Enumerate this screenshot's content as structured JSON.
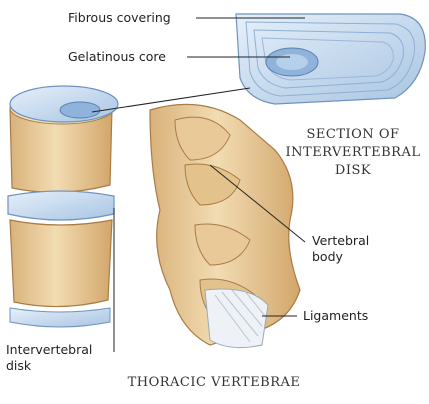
{
  "labels": {
    "fibrous_covering": "Fibrous covering",
    "gelatinous_core": "Gelatinous core",
    "section_title": [
      "SECTION OF",
      "INTERVERTEBRAL",
      "DISK"
    ],
    "vertebral_body": [
      "Vertebral",
      "body"
    ],
    "ligaments": "Ligaments",
    "intervertebral_disk": [
      "Intervertebral",
      "disk"
    ],
    "thoracic_vertebrae": "THORACIC VERTEBRAE"
  },
  "colors": {
    "bone": "#eccf9e",
    "bone_shadow": "#c99b63",
    "disk": "#c8dcee",
    "disk_line": "#7fa3c8",
    "leader_line": "#222222"
  }
}
